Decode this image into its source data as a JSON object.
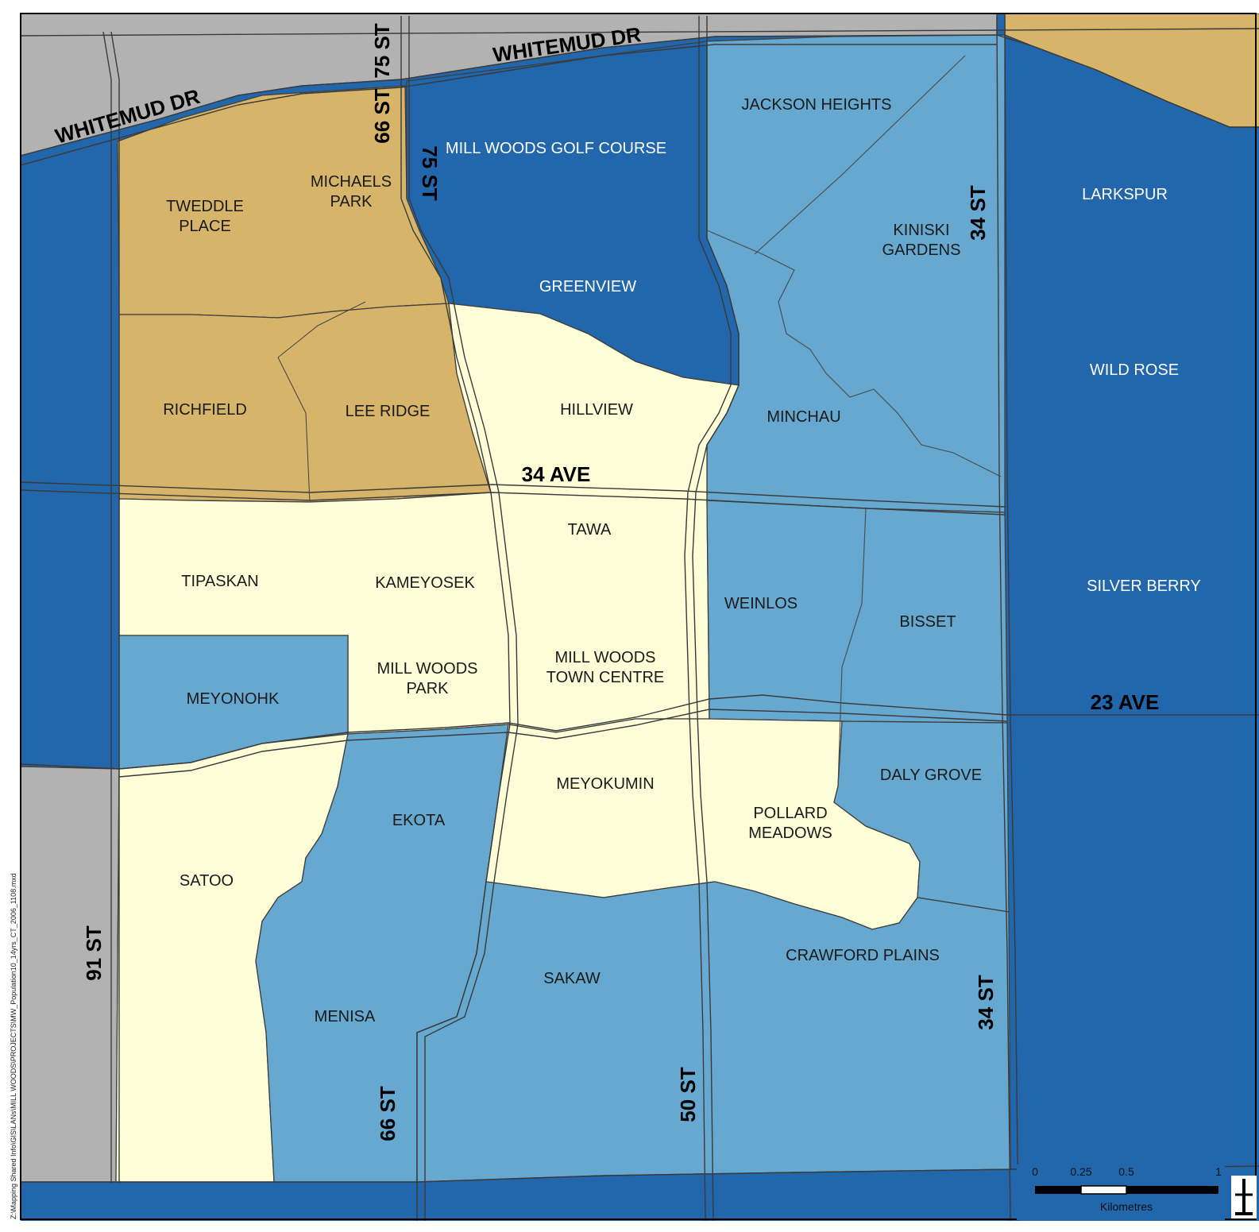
{
  "colors": {
    "grey": "#b2b2b2",
    "tan": "#d6b46a",
    "cream": "#fdfdd8",
    "lightblue": "#66a8cf",
    "darkblue": "#2266ab",
    "road": "#3a3a3a"
  },
  "neighbourhoods": {
    "jackson_heights": "JACKSON HEIGHTS",
    "mill_woods_golf_course": "MILL WOODS GOLF COURSE",
    "tweddle_place": [
      "TWEDDLE",
      "PLACE"
    ],
    "michaels_park": [
      "MICHAELS",
      "PARK"
    ],
    "kiniski_gardens": [
      "KINISKI",
      "GARDENS"
    ],
    "larkspur": "LARKSPUR",
    "greenview": "GREENVIEW",
    "wild_rose": "WILD ROSE",
    "richfield": "RICHFIELD",
    "lee_ridge": "LEE RIDGE",
    "hillview": "HILLVIEW",
    "minchau": "MINCHAU",
    "tawa": "TAWA",
    "tipaskan": "TIPASKAN",
    "kameyosek": "KAMEYOSEK",
    "weinlos": "WEINLOS",
    "silver_berry": "SILVER BERRY",
    "bisset": "BISSET",
    "mill_woods_park": [
      "MILL WOODS",
      "PARK"
    ],
    "mill_woods_town_centre": [
      "MILL WOODS",
      "TOWN CENTRE"
    ],
    "meyonohk": "MEYONOHK",
    "daly_grove": "DALY GROVE",
    "meyokumin": "MEYOKUMIN",
    "ekota": "EKOTA",
    "pollard_meadows": [
      "POLLARD",
      "MEADOWS"
    ],
    "satoo": "SATOO",
    "crawford_plains": "CRAWFORD PLAINS",
    "sakaw": "SAKAW",
    "menisa": "MENISA"
  },
  "roads": {
    "whitemud_dr": "WHITEMUD DR",
    "st_75": "75 ST",
    "st_66": "66 ST",
    "st_34": "34 ST",
    "st_91": "91 ST",
    "st_50": "50 ST",
    "ave_34": "34 AVE",
    "ave_23": "23 AVE"
  },
  "scale_bar": {
    "ticks": [
      "0",
      "0.25",
      "0.5",
      "1"
    ],
    "unit": "Kilometres"
  },
  "file_path": "Z:\\Mapping Shared Info\\GIS\\LANs\\MILL WOODS\\PROJECTS\\MW_Population10_14yrs_CT_2006_1108.mxd"
}
